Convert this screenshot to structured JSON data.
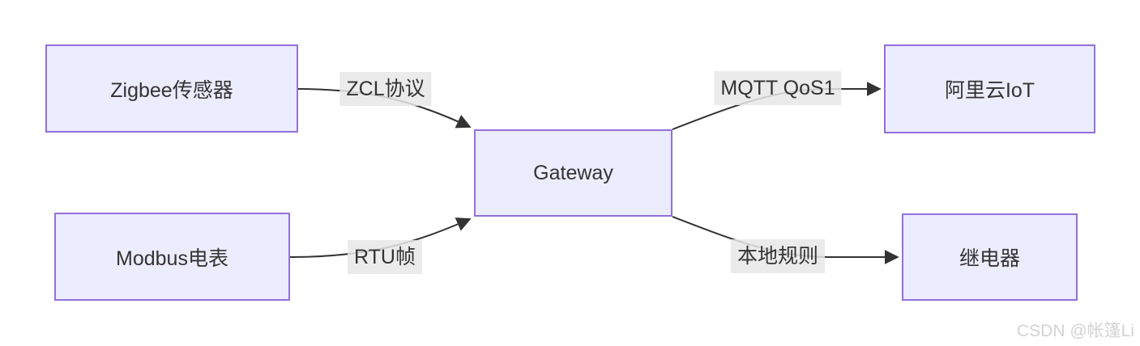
{
  "diagram": {
    "type": "flowchart-LR",
    "nodes": [
      {
        "id": "zigbee",
        "label": "Zigbee传感器"
      },
      {
        "id": "modbus",
        "label": "Modbus电表"
      },
      {
        "id": "gateway",
        "label": "Gateway"
      },
      {
        "id": "aliyun",
        "label": "阿里云IoT"
      },
      {
        "id": "relay",
        "label": "继电器"
      }
    ],
    "edges": [
      {
        "from": "zigbee",
        "to": "gateway",
        "label": "ZCL协议"
      },
      {
        "from": "modbus",
        "to": "gateway",
        "label": "RTU帧"
      },
      {
        "from": "gateway",
        "to": "aliyun",
        "label": "MQTT QoS1"
      },
      {
        "from": "gateway",
        "to": "relay",
        "label": "本地规则"
      }
    ],
    "colors": {
      "background": "#ffffff",
      "node_fill": "#ECECFF",
      "node_border": "#9370DB",
      "edge": "#333333",
      "edge_label_bg": "rgba(232,232,232,0.85)",
      "text": "#333333",
      "watermark": "#d3d3d3"
    }
  },
  "watermark": {
    "text": "CSDN @帐篷Li"
  }
}
